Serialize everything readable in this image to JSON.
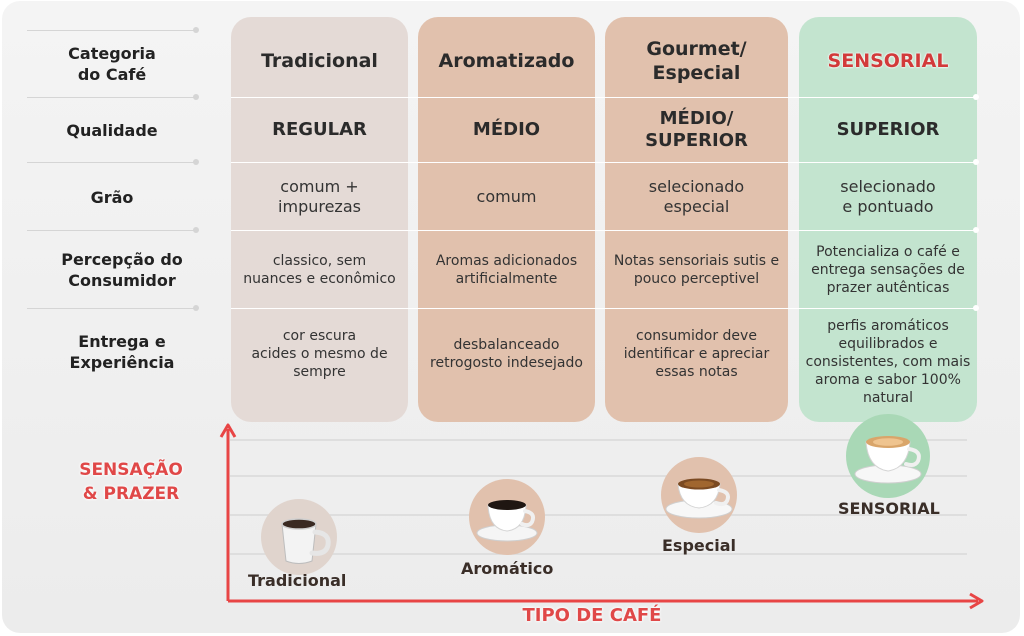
{
  "rows": {
    "categoria": "Categoria\ndo Café",
    "qualidade": "Qualidade",
    "grao": "Grão",
    "percepcao": "Percepção do\nConsumidor",
    "entrega": "Entrega e\nExperiência"
  },
  "columns": [
    {
      "title": "Tradicional",
      "quality": "REGULAR",
      "grain": "comum +\nimpurezas",
      "perception": "classico, sem\nnuances e econômico",
      "experience": "cor escura\nacides o mesmo de\nsempre"
    },
    {
      "title": "Aromatizado",
      "quality": "MÉDIO",
      "grain": "comum",
      "perception": "Aromas adicionados\nartificialmente",
      "experience": "desbalanceado\nretrogosto indesejado"
    },
    {
      "title": "Gourmet/\nEspecial",
      "quality": "MÉDIO/\nSUPERIOR",
      "grain": "selecionado\nespecial",
      "perception": "Notas sensoriais sutis e\npouco perceptivel",
      "experience": "consumidor deve\nidentificar e apreciar\nessas notas"
    },
    {
      "title": "SENSORIAL",
      "quality": "SUPERIOR",
      "grain": "selecionado\ne pontuado",
      "perception": "Potencializa o café e\nentrega sensações de\nprazer autênticas",
      "experience": "perfis aromáticos\nequilibrados e\nconsistentes, com mais\naroma e sabor 100%\nnatural"
    }
  ],
  "chart": {
    "y_axis_label": "SENSAÇÃO\n& PRAZER",
    "x_axis_label": "TIPO DE CAFÉ",
    "cups": [
      {
        "label": "Tradicional",
        "icon": "cup-traditional-icon",
        "level": 1
      },
      {
        "label": "Aromático",
        "icon": "cup-aromatic-icon",
        "level": 2
      },
      {
        "label": "Especial",
        "icon": "cup-special-icon",
        "level": 3
      },
      {
        "label": "SENSORIAL",
        "icon": "cup-sensorial-icon",
        "level": 4
      }
    ]
  },
  "colors": {
    "traditional": "#e4dad6",
    "aromatic": "#e1c1ad",
    "special": "#e1c1ad",
    "sensorial": "#c3e4cf",
    "axis": "#e84545",
    "sensorial_title": "#d23a3a"
  }
}
